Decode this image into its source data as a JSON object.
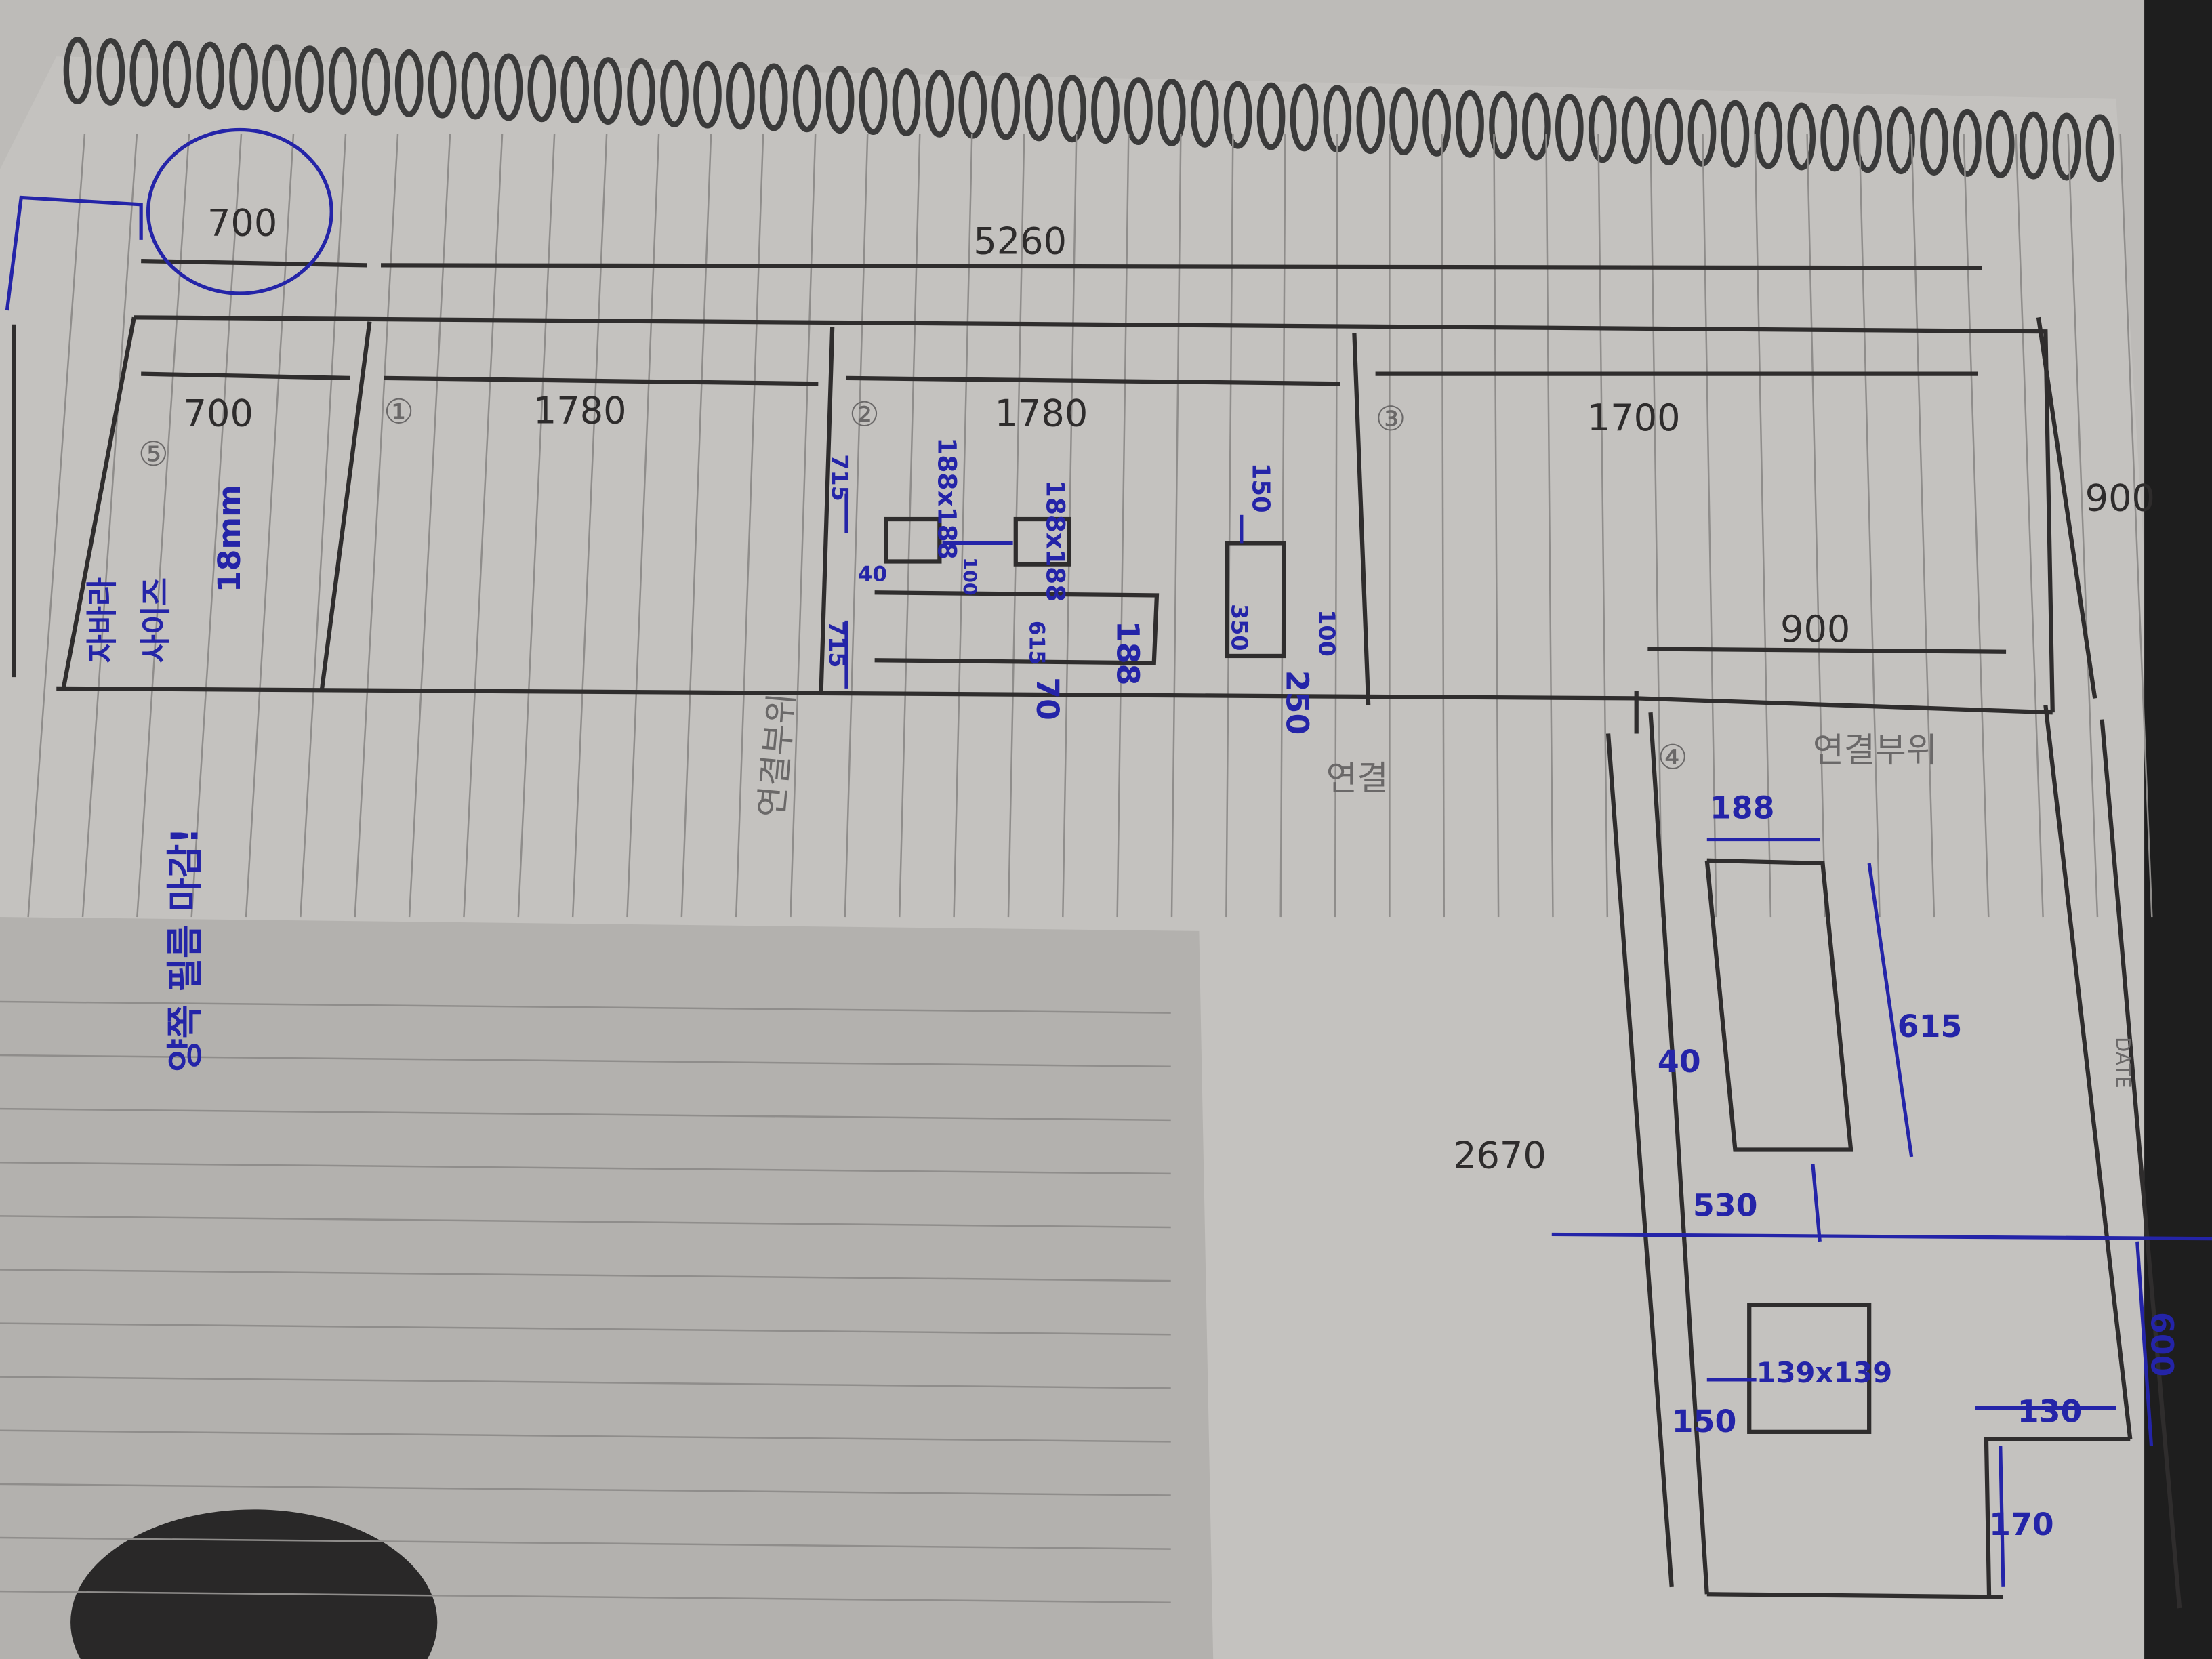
{
  "notebook": {
    "date_label": "DATE"
  },
  "top_section": {
    "total_width": "5260",
    "circled_width": "700",
    "height": "900",
    "bottom_right_width": "900",
    "panels": [
      {
        "number": "⑤",
        "width": "700"
      },
      {
        "number": "①",
        "width": "1780"
      },
      {
        "number": "②",
        "width": "1780"
      },
      {
        "number": "③",
        "width": "1700"
      }
    ],
    "joint_labels": [
      "연결부위",
      "연결"
    ],
    "panel5_notes": {
      "line1": "자바라",
      "line2": "사이즈",
      "thickness": "18mm"
    },
    "side_note": "양쪽 필름 마감!"
  },
  "panel2_holes": {
    "hole_a": "188x188",
    "hole_b": "188x188",
    "dim_715_top": "715",
    "dim_40": "40",
    "dim_100": "100",
    "dim_615": "615",
    "dim_188": "188",
    "dim_715_bottom": "715",
    "dim_70": "70"
  },
  "panel3_hole": {
    "dim_150": "150",
    "dim_350": "350",
    "dim_100": "100",
    "dim_250": "250"
  },
  "bottom_section": {
    "number": "④",
    "joint_label": "연결부위",
    "height": "2670",
    "dim_188": "188",
    "dim_615": "615",
    "dim_40": "40",
    "dim_530": "530",
    "square_hole": "139x139",
    "dim_150": "150",
    "dim_130": "130",
    "dim_170": "170",
    "dim_600": "600"
  }
}
